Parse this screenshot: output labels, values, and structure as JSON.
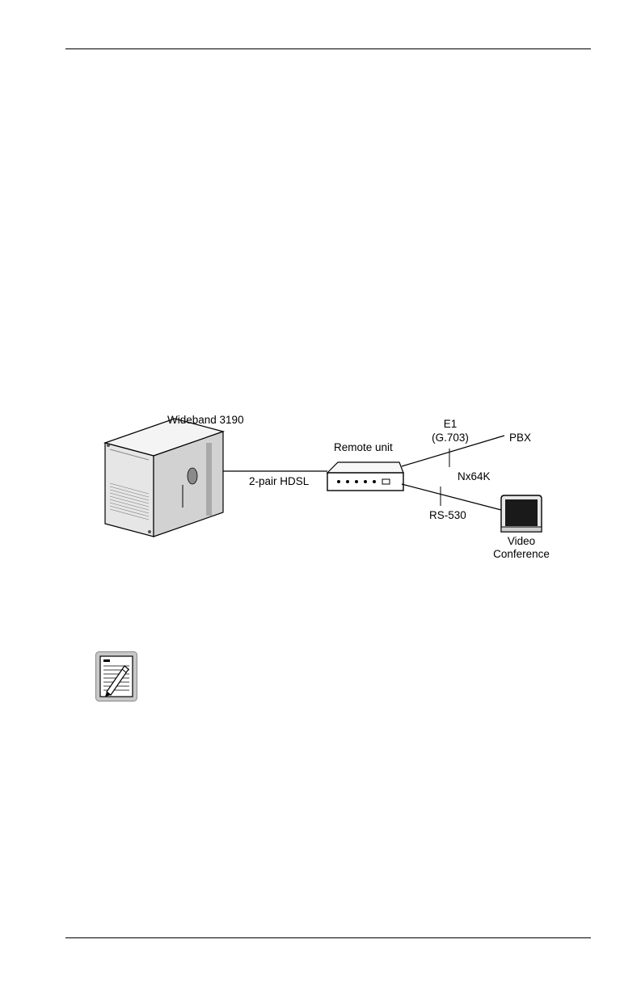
{
  "diagram": {
    "labels": {
      "host": "Wideband 3190",
      "remote": "Remote unit",
      "link": "2-pair HDSL",
      "e1_line1": "E1",
      "e1_line2": "(G.703)",
      "pbx": "PBX",
      "nx64k": "Nx64K",
      "rs530": "RS-530",
      "video_line1": "Video",
      "video_line2": "Conference"
    }
  },
  "icons": {
    "note": "note-pencil-icon"
  }
}
